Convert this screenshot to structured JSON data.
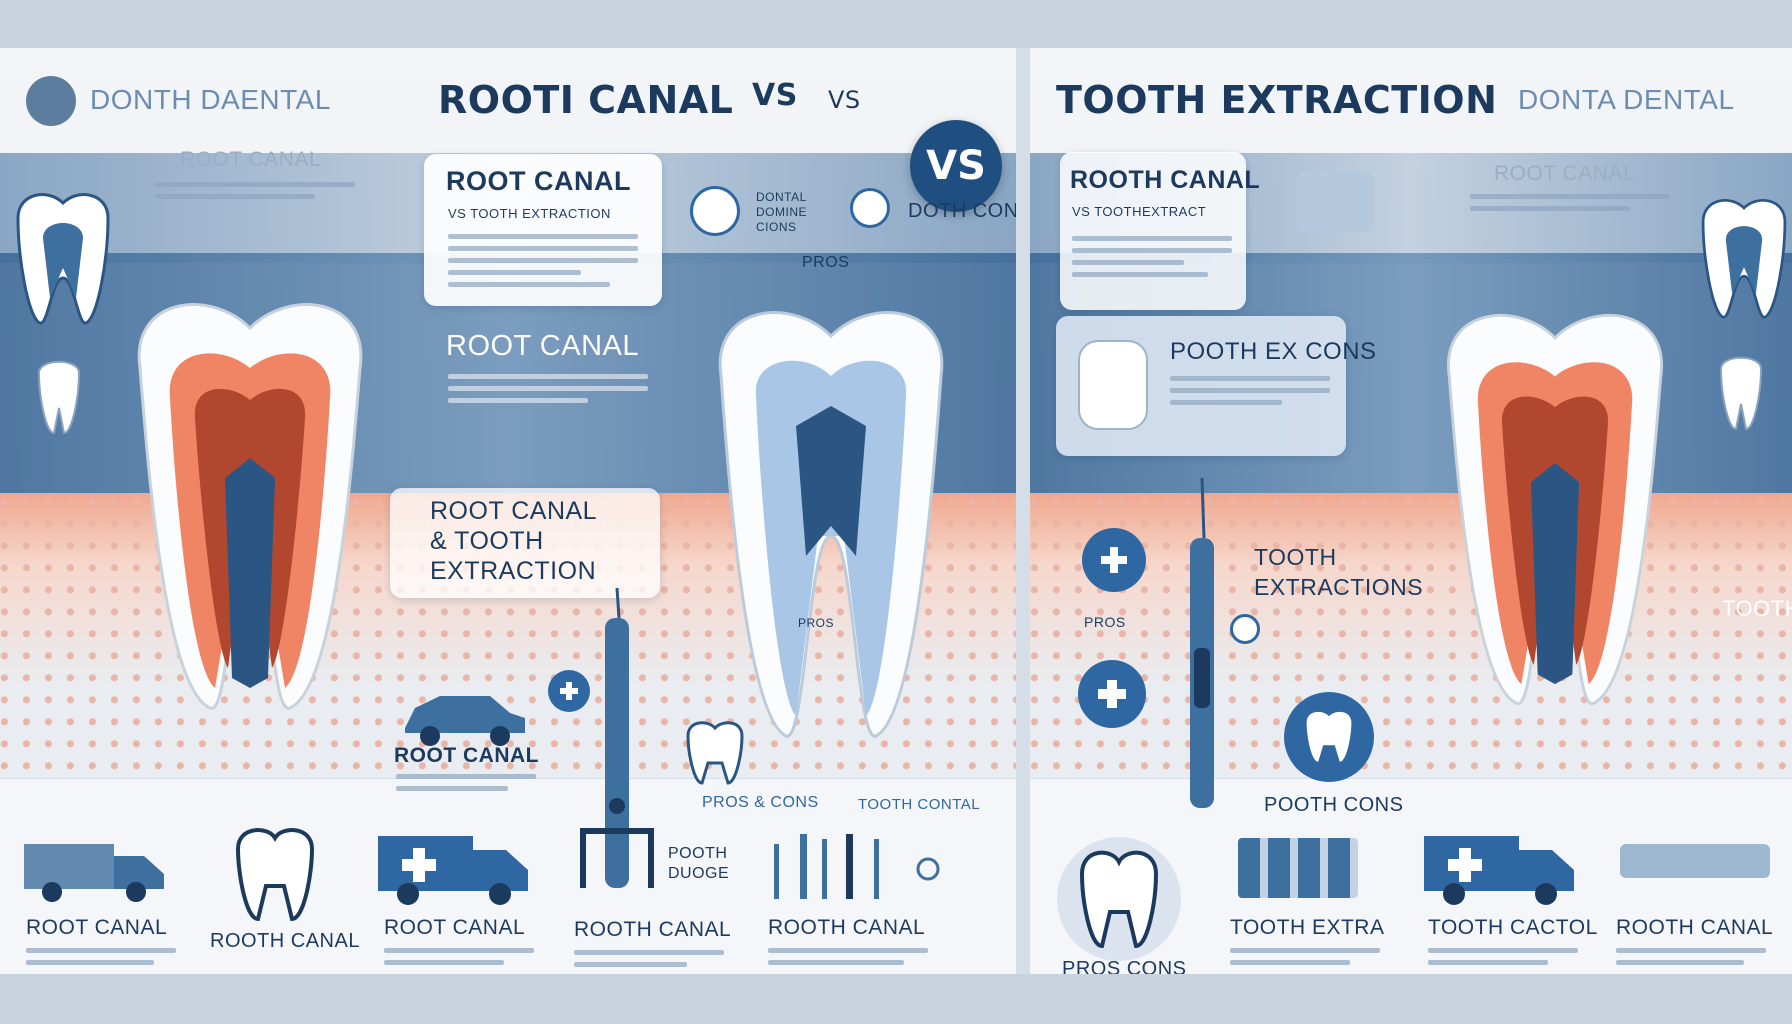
{
  "header": {
    "logo_left": "DONTH DAENTAL",
    "title_left": "ROOTI CANAL",
    "title_vs": "VS",
    "title_vs2": "VS",
    "vs_badge": "VS",
    "title_right": "TOOTH EXTRACTION",
    "logo_right": "DONTA DENTAL"
  },
  "left": {
    "root_canal_caption": "ROOT CANAL",
    "card1": {
      "title": "ROOT CANAL",
      "subtitle": "VS TOOTH EXTRACTION"
    },
    "icon_label_1": "DONTAL DOMINE CIONS",
    "icon_label_2": "DOTH CONS",
    "pros_label": "PROS",
    "root_canal_heading": "ROOT CANAL",
    "root_canal_block": "ROOT CANAL\n& TOOTH\nEXTRACTION",
    "truck_label": "ROOT CANAL",
    "pros_cons": "PROS & CONS",
    "tooth_contal": "TOOTH CONTAL",
    "pros_lower": "PROS",
    "bottom": [
      {
        "label": "ROOT CANAL"
      },
      {
        "label": "ROOTH CANAL"
      },
      {
        "label": "ROOT CANAL"
      },
      {
        "label": "ROOTH CANAL"
      },
      {
        "label": "ROOTH CANAL"
      }
    ],
    "pooth_label": "POOTH DUOGE"
  },
  "right": {
    "card1": {
      "title": "ROOTH CANAL",
      "subtitle": "VS TOOTHEXTRACT"
    },
    "root_canal_caption": "ROOT CANAL",
    "card2_title": "POOTH EX CONS",
    "pros_small": "PROS",
    "tooth_extraction": "TOOTH\nEXTRACTIONS",
    "pooth_cons": "POOTH CONS",
    "tooth_side": "TOOTH",
    "pros_cons": "PROS CONS\nAND CONS",
    "bottom": [
      {
        "label": "TOOTH EXTRA"
      },
      {
        "label": "TOOTH CACTOL"
      },
      {
        "label": "ROOTH CANAL"
      }
    ]
  },
  "colors": {
    "navy": "#1c3a5e",
    "blue": "#2f67a3",
    "coral": "#f0836a",
    "pale": "#f3f5f8"
  }
}
